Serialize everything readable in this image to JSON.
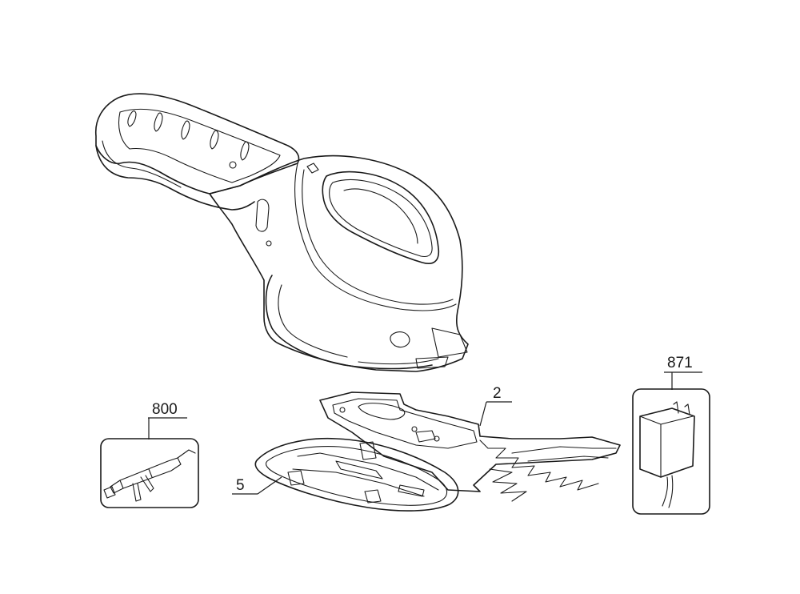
{
  "callouts": {
    "charger_cord": "800",
    "blade": "2",
    "blade_guard": "5",
    "charger": "871"
  },
  "colors": {
    "line": "#1a1a1a",
    "background": "#ffffff"
  }
}
